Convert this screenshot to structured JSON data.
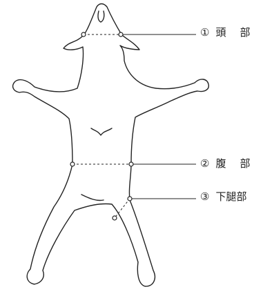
{
  "labels": [
    {
      "number": "①",
      "text_a": "頭",
      "text_b": "部"
    },
    {
      "number": "②",
      "text_a": "腹",
      "text_b": "部"
    },
    {
      "number": "③",
      "text": "下腿部"
    }
  ],
  "colors": {
    "outline": "#222222",
    "leader": "#222222",
    "background": "#ffffff"
  }
}
